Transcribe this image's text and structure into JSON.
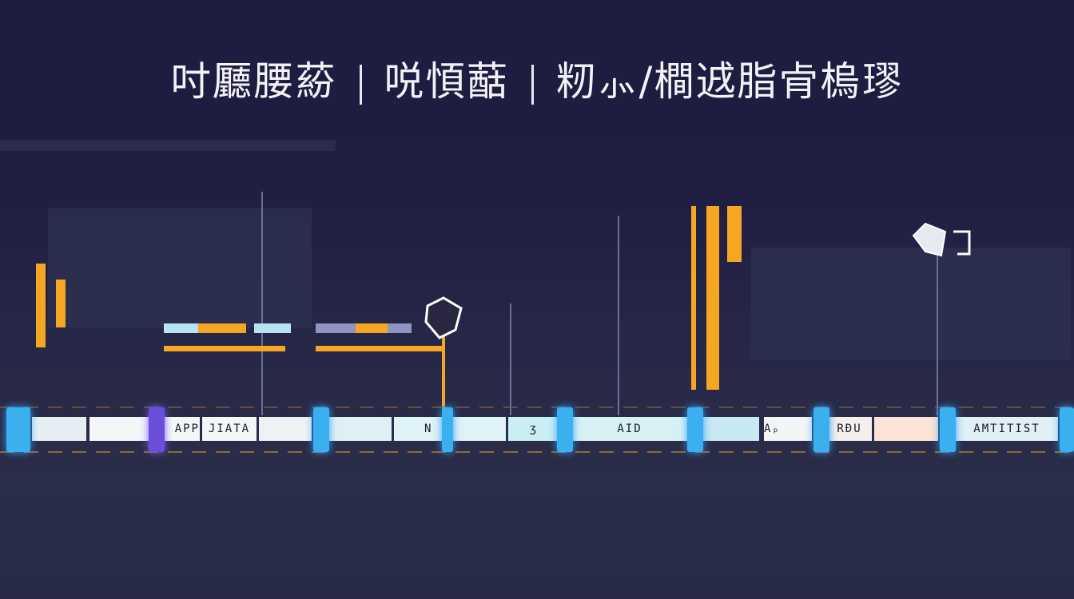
{
  "title": {
    "part1": "吋㕔腰蒶",
    "part2": "哾㥧䔯",
    "part3": "籾⺗/橺䢕脂肻㮧璆"
  },
  "timeline": {
    "segments": [
      "APP",
      "ЈIATA",
      "N",
      "ʒ",
      "AID",
      "Aₚ",
      "RÐU",
      "AMTITIST"
    ]
  },
  "colors": {
    "background": "#1c1a3a",
    "accent_orange": "#f5a623",
    "node_blue": "#3ab0ee",
    "segment_light": "#e8f4f8",
    "segment_peach": "#fbe3d6"
  }
}
